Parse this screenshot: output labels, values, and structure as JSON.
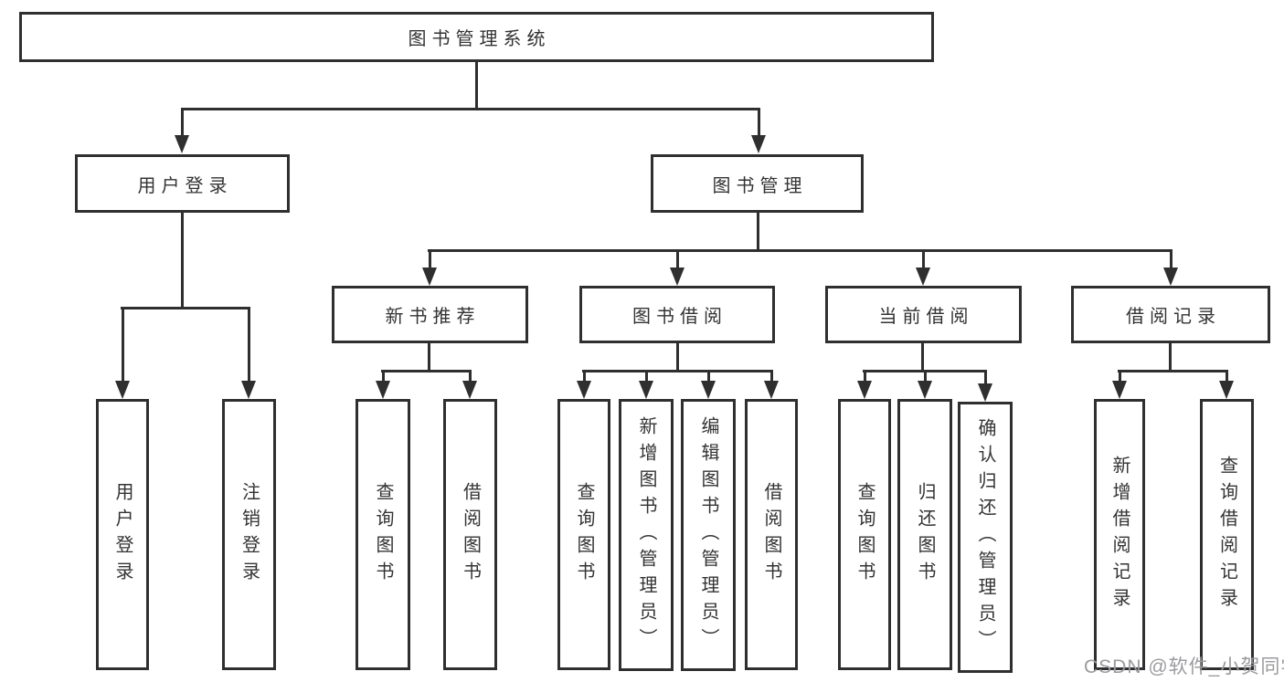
{
  "diagram_title": "图书管理系统",
  "tree": {
    "label": "图书管理系统",
    "children": [
      {
        "label": "用户登录",
        "children": [
          {
            "label": "用户登录"
          },
          {
            "label": "注销登录"
          }
        ]
      },
      {
        "label": "图书管理",
        "children": [
          {
            "label": "新书推荐",
            "children": [
              {
                "label": "查询图书"
              },
              {
                "label": "借阅图书"
              }
            ]
          },
          {
            "label": "图书借阅",
            "children": [
              {
                "label": "查询图书"
              },
              {
                "label": "新增图书（管理员）"
              },
              {
                "label": "编辑图书（管理员）"
              },
              {
                "label": "借阅图书"
              }
            ]
          },
          {
            "label": "当前借阅",
            "children": [
              {
                "label": "查询图书"
              },
              {
                "label": "归还图书"
              },
              {
                "label": "确认归还（管理员）"
              }
            ]
          },
          {
            "label": "借阅记录",
            "children": [
              {
                "label": "新增借阅记录"
              },
              {
                "label": "查询借阅记录"
              }
            ]
          }
        ]
      }
    ]
  },
  "watermark": {
    "text": "CSDN @软件_小贺同学",
    "color": "#9b9b9f"
  },
  "colors": {
    "line": "#2f2f2f",
    "box_border": "#2f2f2f",
    "text": "#333333",
    "background": "#ffffff"
  }
}
